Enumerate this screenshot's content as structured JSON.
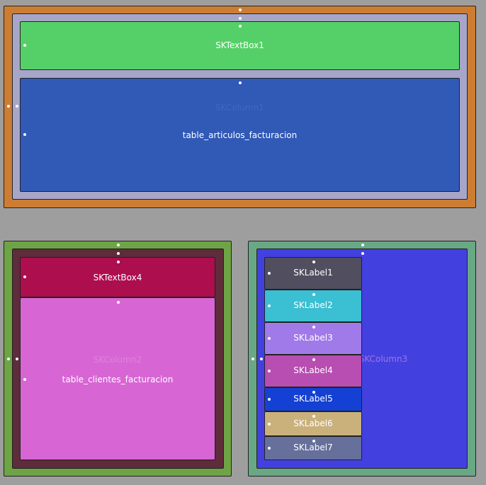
{
  "top_group": {
    "column_label": "SKColumn1",
    "textbox_label": "SKTextBox1",
    "table_label": "table_articulos_facturacion"
  },
  "left_group": {
    "column_label": "SKColumn2",
    "textbox_label": "SKTextBox4",
    "table_label": "table_clientes_facturacion"
  },
  "right_group": {
    "column_label": "SKColumn3",
    "labels": [
      "SKLabel1",
      "SKLabel2",
      "SKLabel3",
      "SKLabel4",
      "SKLabel5",
      "SKLabel6",
      "SKLabel7"
    ]
  },
  "colors": {
    "orange": "#cc7d33",
    "lavender": "#a8a6c8",
    "green": "#55d068",
    "blue": "#3159b6",
    "olive": "#6ea446",
    "maroon": "#5e2c3a",
    "crimson": "#ad0e4e",
    "pink": "#d766d4",
    "teal": "#68a885",
    "indigo": "#4340e0"
  }
}
